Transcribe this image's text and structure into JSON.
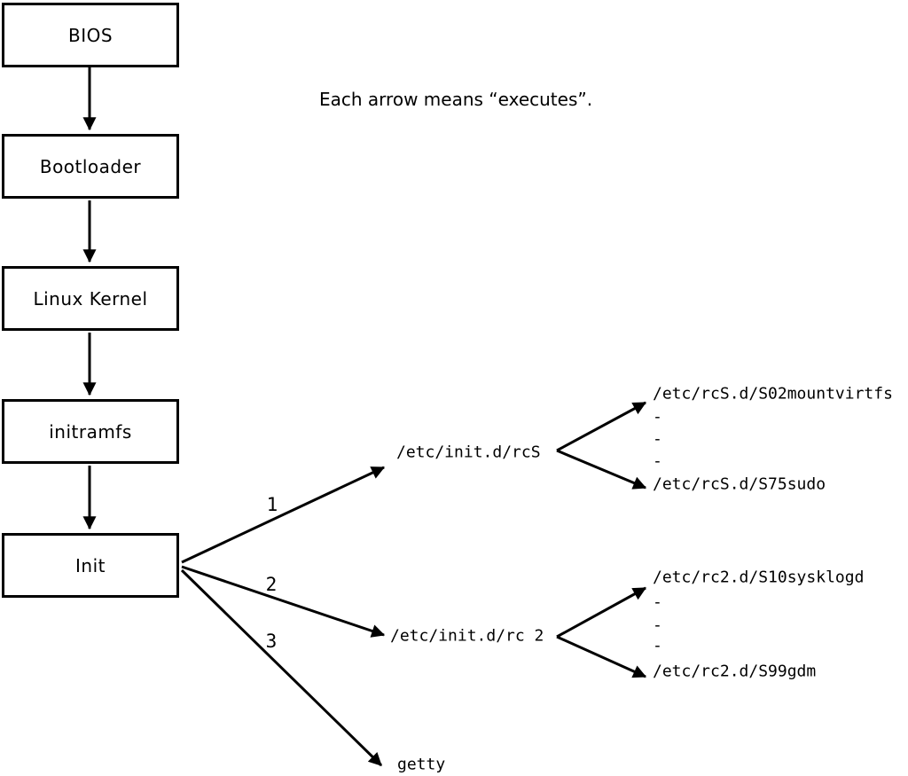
{
  "note": "Each arrow means “executes”.",
  "chain": [
    {
      "label": "BIOS"
    },
    {
      "label": "Bootloader"
    },
    {
      "label": "Linux Kernel"
    },
    {
      "label": "initramfs"
    },
    {
      "label": "Init"
    }
  ],
  "branches": [
    {
      "order_label": "1",
      "target": "/etc/init.d/rcS"
    },
    {
      "order_label": "2",
      "target": "/etc/init.d/rc 2"
    },
    {
      "order_label": "3",
      "target": "getty"
    }
  ],
  "rcS_group": {
    "first": "/etc/rcS.d/S02mountvirtfs",
    "dashes": [
      "-",
      "-",
      "-"
    ],
    "last": "/etc/rcS.d/S75sudo"
  },
  "rc2_group": {
    "first": "/etc/rc2.d/S10sysklogd",
    "dashes": [
      "-",
      "-",
      "-"
    ],
    "last": "/etc/rc2.d/S99gdm"
  },
  "colors": {
    "line": "#000000",
    "background": "#ffffff"
  }
}
